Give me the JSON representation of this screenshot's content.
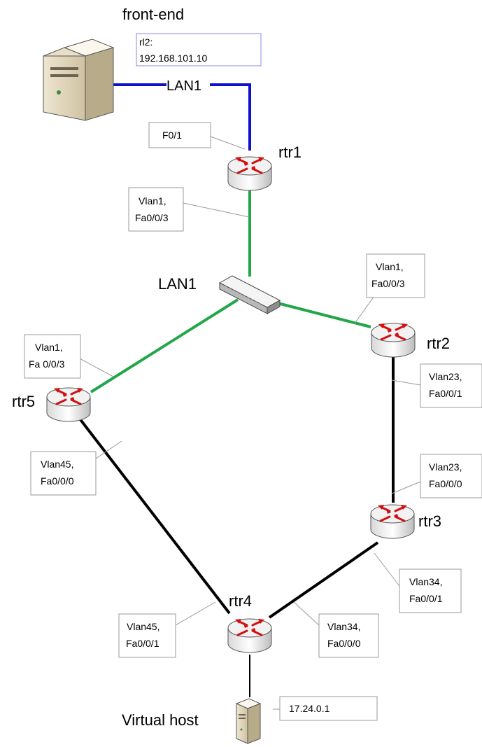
{
  "nodes": {
    "front_end": "front-end",
    "rtr1": "rtr1",
    "rtr2": "rtr2",
    "rtr3": "rtr3",
    "rtr4": "rtr4",
    "rtr5": "rtr5",
    "switch": "LAN1",
    "virtual_host": "Virtual host"
  },
  "links": {
    "lan1_top": "LAN1"
  },
  "callouts": {
    "front_end_ip": [
      "rl2:",
      "192.168.101.10"
    ],
    "rtr1_f": [
      "F0/1"
    ],
    "rtr1_vlan": [
      "Vlan1,",
      "Fa0/0/3"
    ],
    "rtr2_vlan1": [
      "Vlan1,",
      "Fa0/0/3"
    ],
    "rtr5_vlan1": [
      "Vlan1,",
      "Fa 0/0/3"
    ],
    "rtr2_vlan23": [
      "Vlan23,",
      "Fa0/0/1"
    ],
    "rtr3_vlan23": [
      "Vlan23,",
      "Fa0/0/0"
    ],
    "rtr5_vlan45": [
      "Vlan45,",
      "Fa0/0/0"
    ],
    "rtr3_vlan34": [
      "Vlan34,",
      "Fa0/0/1"
    ],
    "rtr4_vlan45": [
      "Vlan45,",
      "Fa0/0/1"
    ],
    "rtr4_vlan34": [
      "Vlan34,",
      "Fa0/0/0"
    ],
    "virtual_host_ip": [
      "17.24.0.1"
    ]
  },
  "colors": {
    "lan_blue": "#1010d0",
    "lan_green": "#22a64a",
    "link_black": "#000000",
    "arrow_red": "#d21010"
  }
}
